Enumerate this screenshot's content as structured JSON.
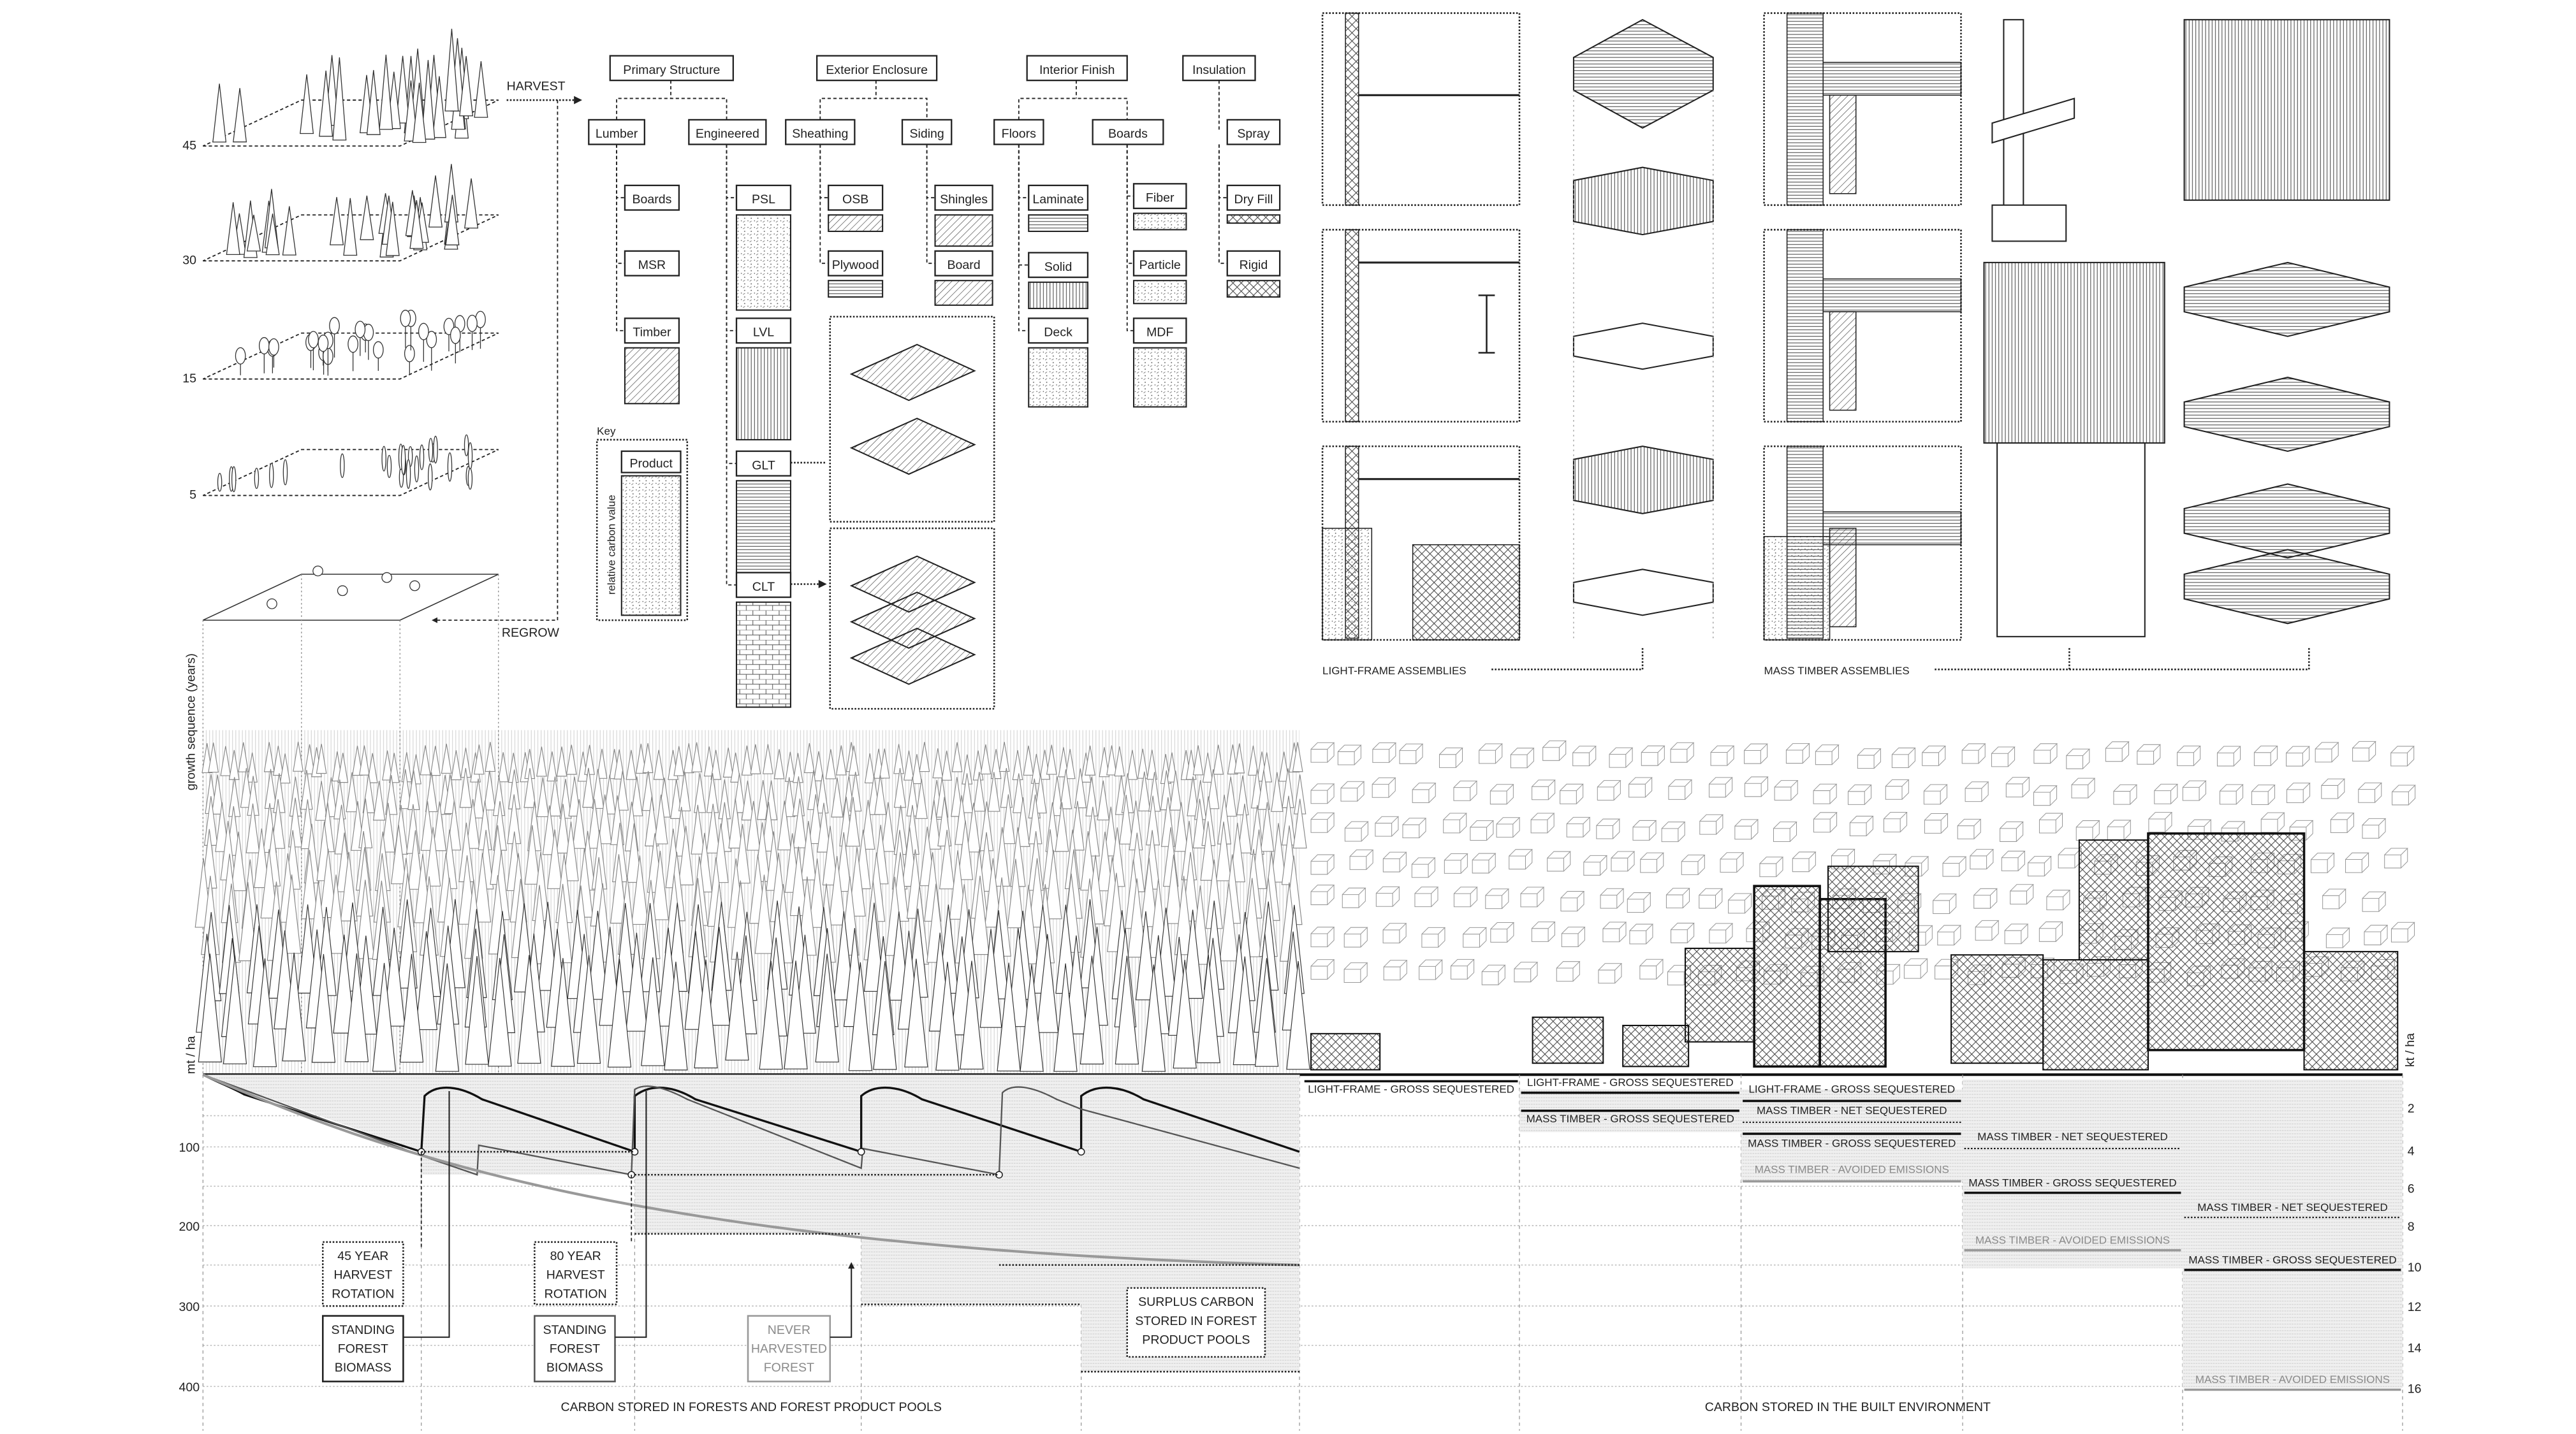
{
  "left_panel": {
    "harvest_label": "HARVEST",
    "regrow_label": "REGROW",
    "growth_axis_label": "growth sequence (years)",
    "growth_ticks": [
      "45",
      "30",
      "15",
      "5"
    ]
  },
  "product_tree": {
    "categories": [
      {
        "label": "Primary Structure"
      },
      {
        "label": "Exterior Enclosure"
      },
      {
        "label": "Interior Finish"
      },
      {
        "label": "Insulation"
      }
    ],
    "subcategories": [
      {
        "label": "Lumber"
      },
      {
        "label": "Engineered"
      },
      {
        "label": "Sheathing"
      },
      {
        "label": "Siding"
      },
      {
        "label": "Floors"
      },
      {
        "label": "Boards"
      },
      {
        "label": "Spray"
      }
    ],
    "products": [
      {
        "label": "Boards"
      },
      {
        "label": "MSR"
      },
      {
        "label": "Timber"
      },
      {
        "label": "PSL"
      },
      {
        "label": "LVL"
      },
      {
        "label": "GLT"
      },
      {
        "label": "CLT"
      },
      {
        "label": "OSB"
      },
      {
        "label": "Plywood"
      },
      {
        "label": "Shingles"
      },
      {
        "label": "Board"
      },
      {
        "label": "Laminate"
      },
      {
        "label": "Solid"
      },
      {
        "label": "Deck"
      },
      {
        "label": "Fiber"
      },
      {
        "label": "Particle"
      },
      {
        "label": "MDF"
      },
      {
        "label": "Dry Fill"
      },
      {
        "label": "Rigid"
      }
    ]
  },
  "key": {
    "title": "Key",
    "product": "Product",
    "axis_label": "relative carbon value"
  },
  "assemblies": {
    "light_frame": "LIGHT-FRAME ASSEMBLIES",
    "mass_timber": "MASS TIMBER ASSEMBLIES"
  },
  "forest_chart": {
    "unit_label": "mt / ha",
    "ticks": [
      "100",
      "200",
      "300",
      "400"
    ],
    "title": "CARBON STORED IN FORESTS AND FOREST PRODUCT POOLS",
    "annotations": {
      "rotation_45": [
        "45 YEAR",
        "HARVEST",
        "ROTATION"
      ],
      "biomass_45": [
        "STANDING",
        "FOREST",
        "BIOMASS"
      ],
      "rotation_80": [
        "80 YEAR",
        "HARVEST",
        "ROTATION"
      ],
      "biomass_80": [
        "STANDING",
        "FOREST",
        "BIOMASS"
      ],
      "never_harvested": [
        "NEVER",
        "HARVESTED",
        "FOREST"
      ],
      "surplus": [
        "SURPLUS CARBON",
        "STORED IN FOREST",
        "PRODUCT POOLS"
      ]
    }
  },
  "built_chart": {
    "unit_label": "kt / ha",
    "ticks": [
      "2",
      "4",
      "6",
      "8",
      "10",
      "12",
      "14",
      "16"
    ],
    "title": "CARBON STORED IN THE BUILT ENVIRONMENT",
    "columns": [
      [
        {
          "label": "LIGHT-FRAME - GROSS SEQUESTERED",
          "style": "solid"
        }
      ],
      [
        {
          "label": "LIGHT-FRAME - GROSS SEQUESTERED",
          "style": "solid"
        },
        {
          "label": "MASS TIMBER - GROSS SEQUESTERED",
          "style": "solid"
        }
      ],
      [
        {
          "label": "LIGHT-FRAME - GROSS SEQUESTERED",
          "style": "solid"
        },
        {
          "label": "MASS TIMBER - NET SEQUESTERED",
          "style": "dotted"
        },
        {
          "label": "MASS TIMBER - GROSS SEQUESTERED",
          "style": "solid"
        },
        {
          "label": "MASS TIMBER - AVOIDED EMISSIONS",
          "style": "grey"
        }
      ],
      [
        {
          "label": "MASS TIMBER - NET SEQUESTERED",
          "style": "dotted"
        },
        {
          "label": "MASS TIMBER - GROSS SEQUESTERED",
          "style": "solid"
        },
        {
          "label": "MASS TIMBER - AVOIDED EMISSIONS",
          "style": "grey"
        }
      ],
      [
        {
          "label": "MASS TIMBER - NET SEQUESTERED",
          "style": "dotted"
        },
        {
          "label": "MASS TIMBER - GROSS SEQUESTERED",
          "style": "solid"
        },
        {
          "label": "MASS TIMBER - AVOIDED EMISSIONS",
          "style": "grey"
        }
      ]
    ]
  },
  "colors": {
    "ink": "#222222",
    "grey": "#8a8a8a",
    "shade": "#e6e6e6"
  }
}
